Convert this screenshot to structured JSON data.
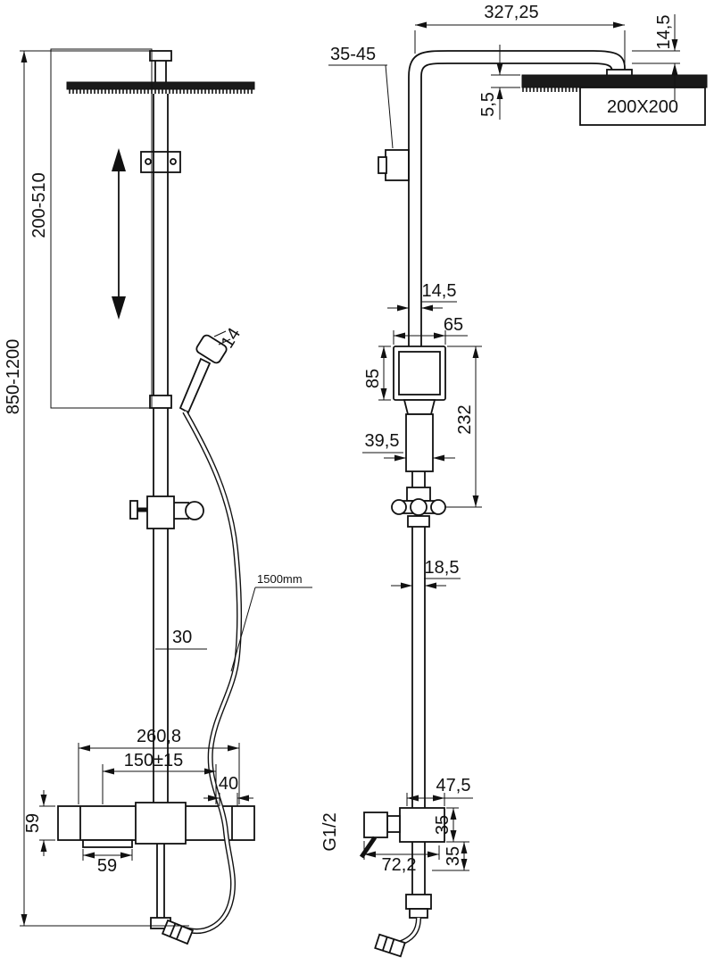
{
  "drawing": {
    "front_view": {
      "travel_range": "200-510",
      "overall_height": "850-1200",
      "handshower_diameter": "14",
      "rail_width": "30",
      "hose_length": "1500mm",
      "mixer_overall_width": "260,8",
      "inlet_centers": "150±15",
      "right_offset": "40",
      "body_height": "59",
      "left_offset": "59"
    },
    "side_view": {
      "arm_projection": "327,25",
      "arm_diameter": "14,5",
      "wall_clearance": "35-45",
      "head_thickness": "5,5",
      "head_size": "200X200",
      "riser_diameter": "14,5",
      "diverter_width": "65",
      "diverter_height": "85",
      "diverter_assembly_height": "232",
      "diverter_depth": "39,5",
      "lower_riser_diameter": "18,5",
      "mixer_depth": "47,5",
      "inlet_thread": "G1/2",
      "mixer_total_depth": "72,2",
      "mixer_height_upper": "35",
      "mixer_height_lower": "35"
    }
  }
}
